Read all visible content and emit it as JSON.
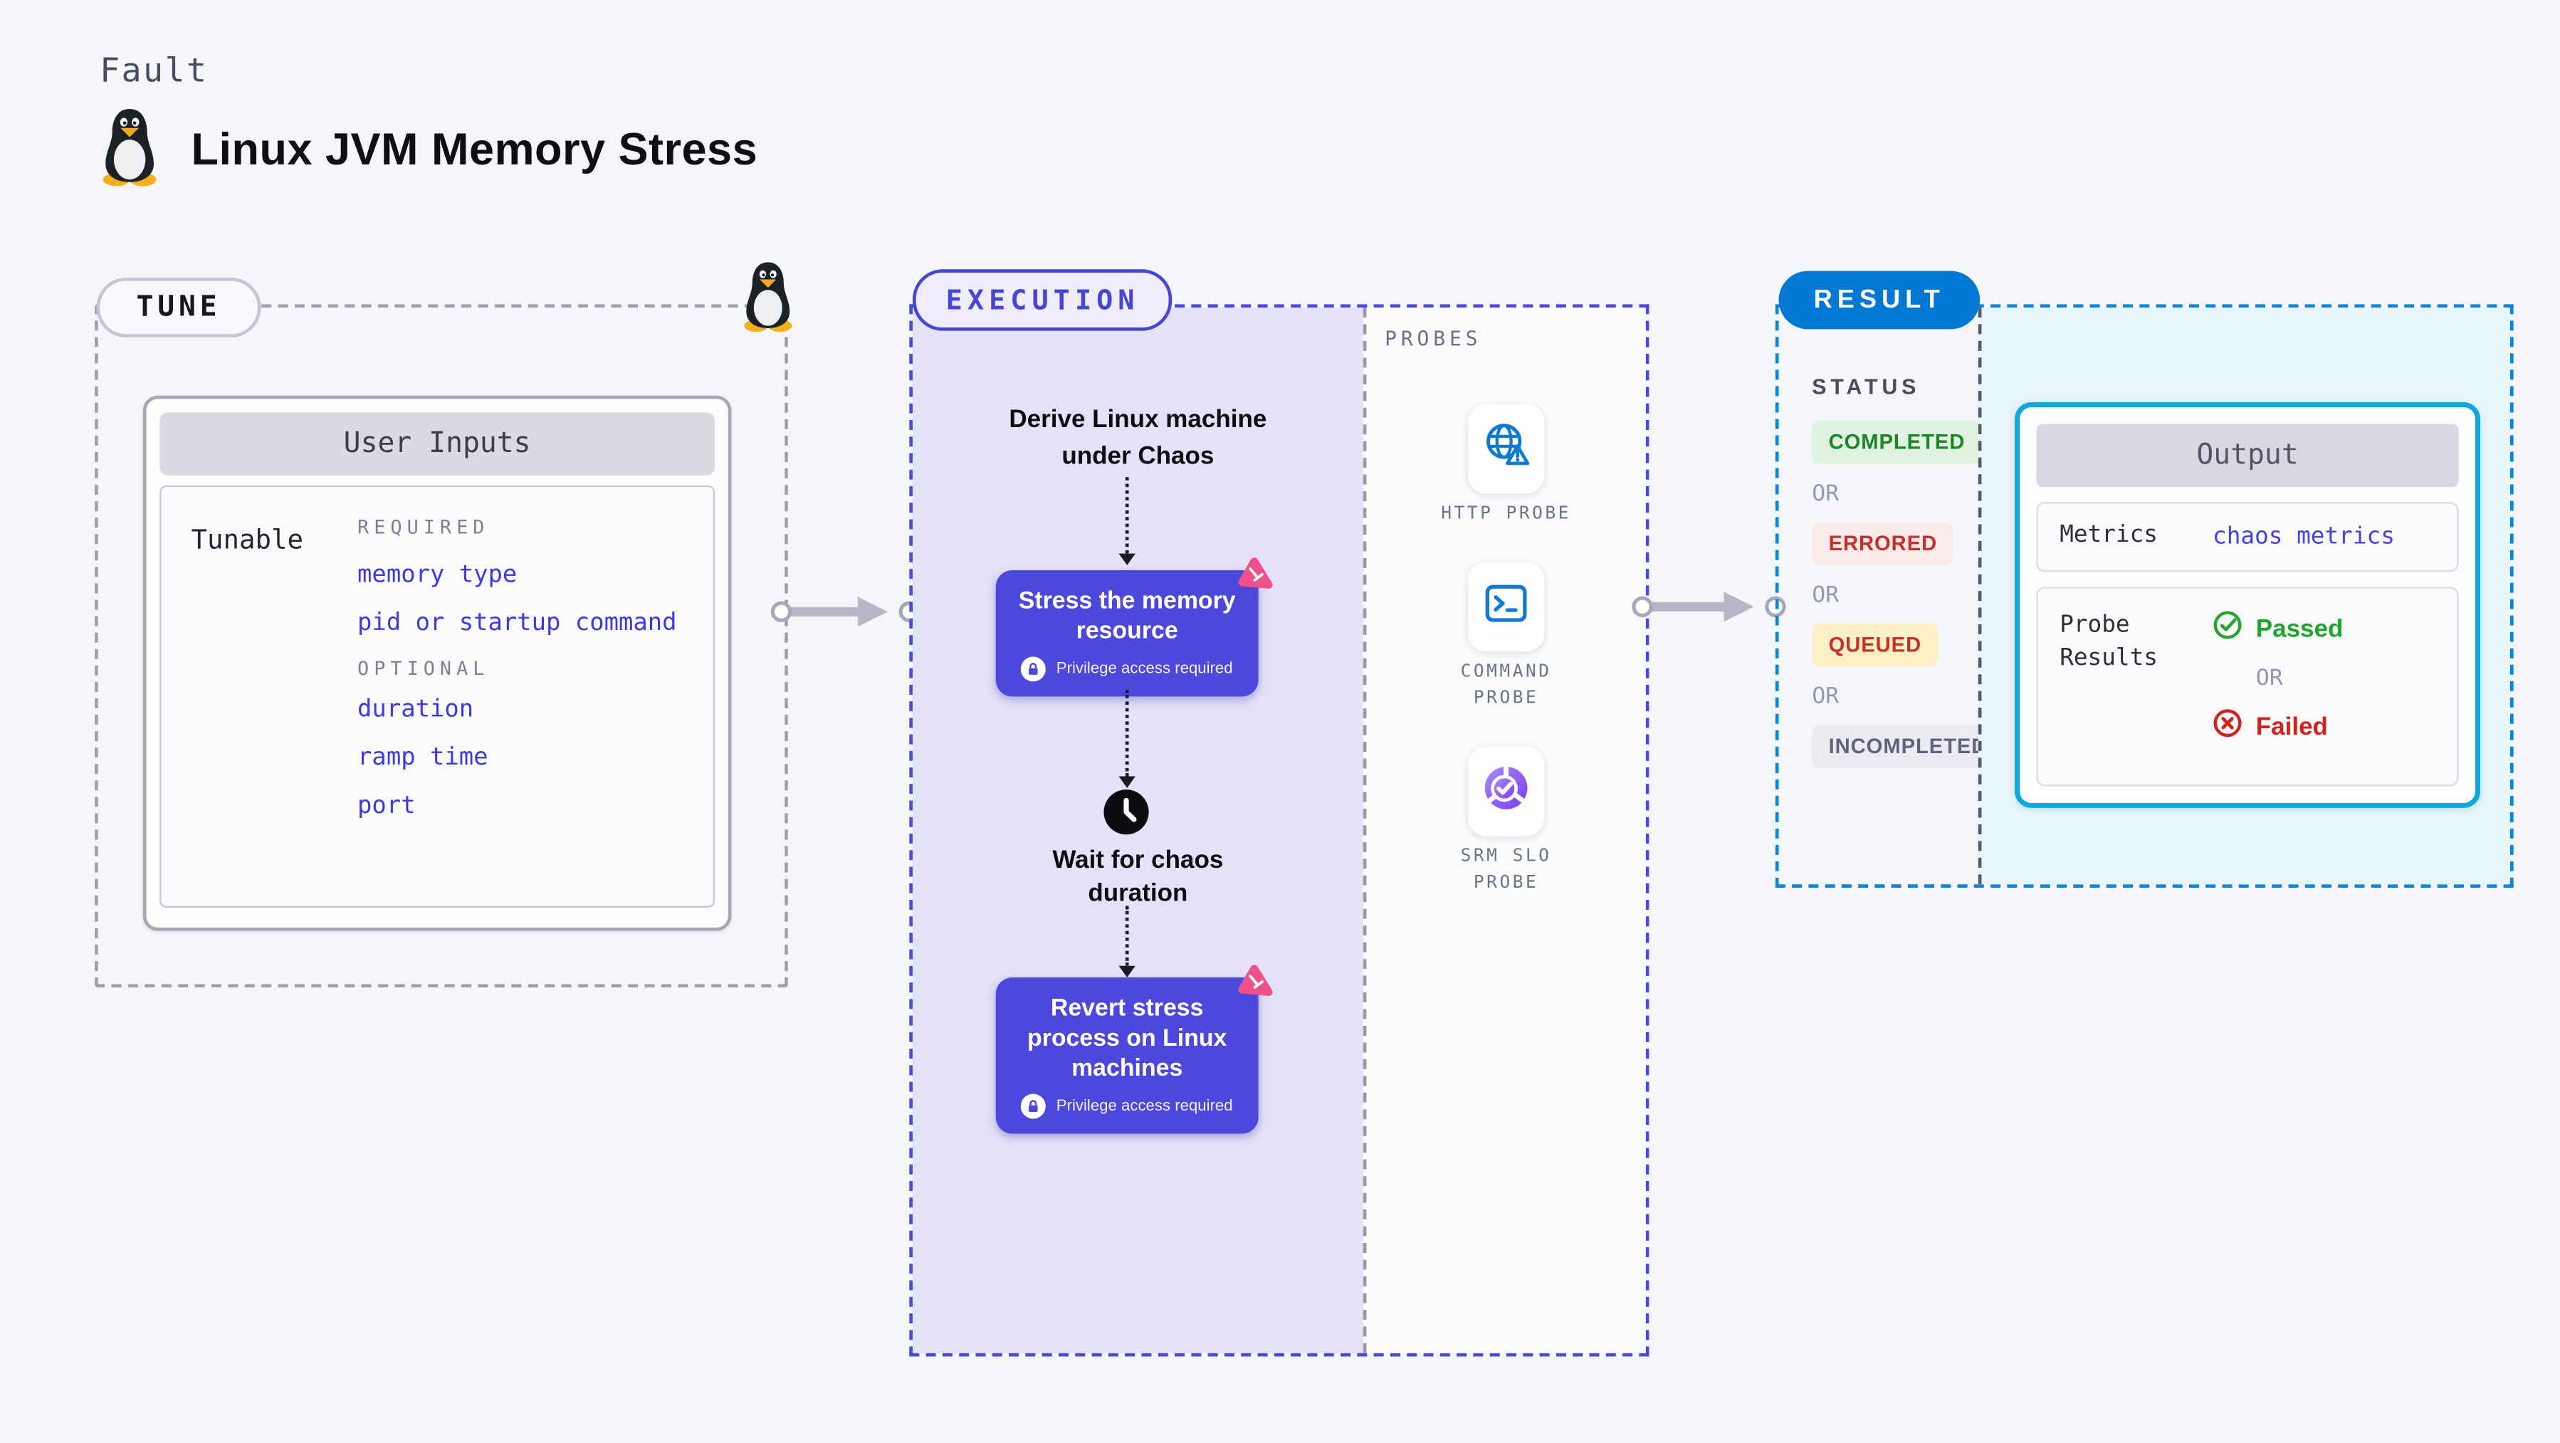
{
  "header": {
    "eyebrow": "Fault",
    "title": "Linux JVM Memory Stress"
  },
  "tune": {
    "badge": "TUNE",
    "user_inputs": {
      "title": "User Inputs",
      "tunable_label": "Tunable",
      "required_label": "REQUIRED",
      "required_items": [
        "memory type",
        "pid or startup command"
      ],
      "optional_label": "OPTIONAL",
      "optional_items": [
        "duration",
        "ramp time",
        "port"
      ]
    }
  },
  "execution": {
    "badge": "EXECUTION",
    "derive_label": "Derive Linux machine under Chaos",
    "stress_step": {
      "title": "Stress the memory resource",
      "note": "Privilege access required"
    },
    "wait_label": "Wait for chaos duration",
    "revert_step": {
      "title": "Revert stress process on Linux machines",
      "note": "Privilege access required"
    }
  },
  "probes": {
    "panel_label": "PROBES",
    "items": [
      {
        "label": "HTTP PROBE",
        "icon": "globe-alert-icon"
      },
      {
        "label": "COMMAND PROBE",
        "icon": "terminal-icon"
      },
      {
        "label": "SRM SLO PROBE",
        "icon": "slo-donut-icon"
      }
    ]
  },
  "result": {
    "badge": "RESULT",
    "status_label": "STATUS",
    "or_label": "OR",
    "statuses": [
      {
        "label": "COMPLETED",
        "tone": "green"
      },
      {
        "label": "ERRORED",
        "tone": "red"
      },
      {
        "label": "QUEUED",
        "tone": "yellow"
      },
      {
        "label": "INCOMPLETED",
        "tone": "gray"
      }
    ],
    "output": {
      "title": "Output",
      "metrics_label": "Metrics",
      "metrics_value": "chaos metrics",
      "probe_results_label": "Probe Results",
      "passed_label": "Passed",
      "or_label": "OR",
      "failed_label": "Failed"
    }
  },
  "colors": {
    "page_bg": "#F5F6FA",
    "indigo_card": "#4D48DC",
    "indigo_border": "#4645D8",
    "lavender_panel": "#E4E2F9",
    "blue_badge": "#0278D5",
    "cyan_border": "#0CA9DE",
    "light_blue_panel": "#E8F5FB",
    "pink_logo": "#F0508A",
    "link_blue": "#3B3AE4",
    "green_text": "#1E8427",
    "green_bg": "#DFF3E0",
    "red_text": "#C6302C",
    "red_bg": "#FBEAEA",
    "yellow_bg": "#FCF0C4",
    "gray_text": "#62627C",
    "gray_bg": "#EBEBF2",
    "probe_icon_blue": "#1279D2",
    "slo_purple": "#7C3AED",
    "arrow_gray": "#B7B6C6"
  }
}
